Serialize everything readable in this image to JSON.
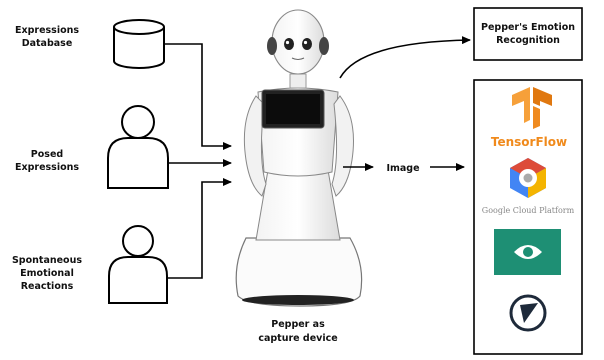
{
  "database": {
    "line1": "Expressions",
    "line2": "Database"
  },
  "posed": {
    "line1": "Posed",
    "line2": "Expressions"
  },
  "spontaneous": {
    "line1": "Spontaneous",
    "line2": "Emotional",
    "line3": "Reactions"
  },
  "robot": {
    "line1": "Pepper as",
    "line2": "capture device"
  },
  "image_label": "Image",
  "emotion_box": {
    "line1": "Pepper's Emotion",
    "line2": "Recognition"
  },
  "services": {
    "tensorflow": "TensorFlow",
    "google_cloud": "Google Cloud Platform"
  },
  "colors": {
    "tensorflow_orange": "#f08a1c",
    "teal_service": "#1e8f74",
    "google_red": "#dd4b39",
    "google_blue": "#4285f4",
    "google_yellow": "#f4b400",
    "google_green": "#0f9d58"
  },
  "icons": [
    "database-icon",
    "person-icon",
    "person-icon",
    "pepper-robot-image",
    "tensorflow-logo",
    "google-cloud-logo",
    "eye-logo",
    "compass-logo"
  ]
}
